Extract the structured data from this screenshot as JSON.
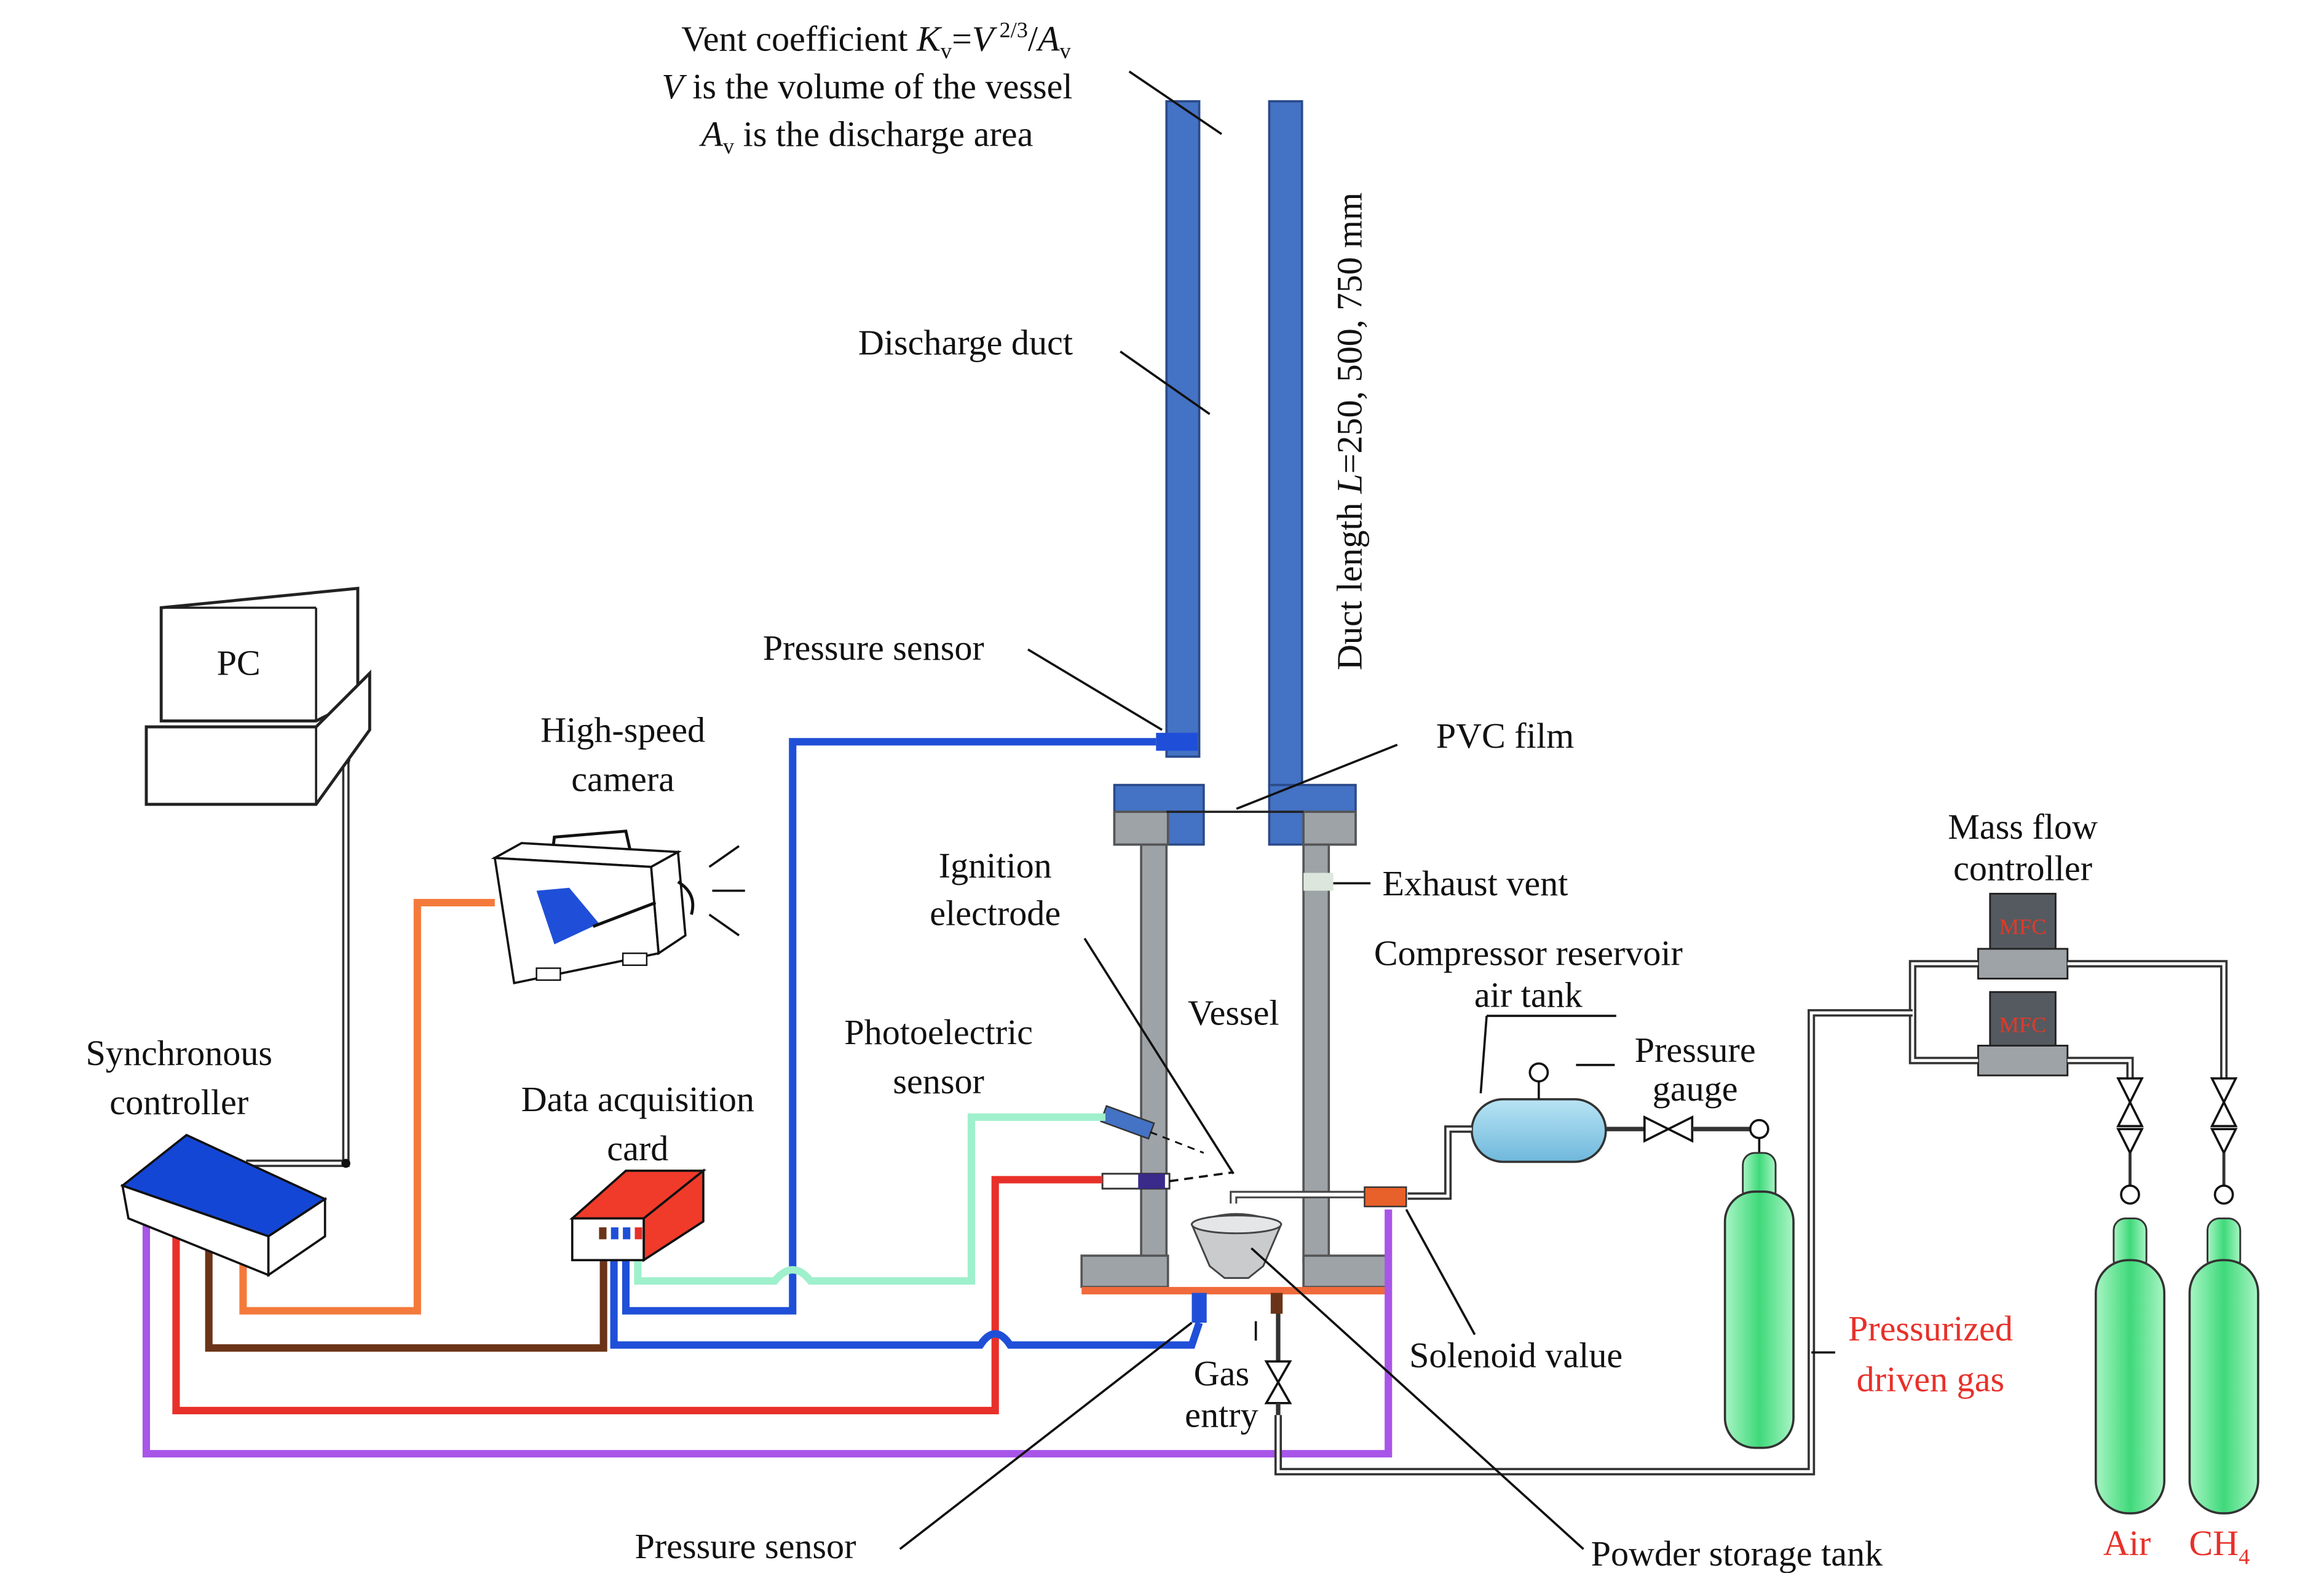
{
  "labels": {
    "vent_line1_a": "Vent coefficient ",
    "vent_line1_K": "K",
    "vent_line1_Ksub": "v",
    "vent_line1_eq": "=",
    "vent_line1_V": "V",
    "vent_line1_exp": " 2/3",
    "vent_line1_slash": "/",
    "vent_line1_A": "A",
    "vent_line1_Asub": "v",
    "vent_line2_V": "V",
    "vent_line2_rest": " is the volume of the vessel",
    "vent_line3_A": "A",
    "vent_line3_sub": "v",
    "vent_line3_rest": " is the discharge area",
    "discharge_duct": "Discharge duct",
    "duct_length_a": "Duct length ",
    "duct_length_L": "L",
    "duct_length_b": "=250, 500, 750 mm",
    "pressure_sensor_top": "Pressure sensor",
    "pvc_film": "PVC film",
    "pc": "PC",
    "high_speed_camera_1": "High-speed",
    "high_speed_camera_2": "camera",
    "ignition_electrode_1": "Ignition",
    "ignition_electrode_2": "electrode",
    "exhaust_vent": "Exhaust vent",
    "mass_flow_controller_1": "Mass flow",
    "mass_flow_controller_2": "controller",
    "mfc_top": "MFC",
    "mfc_bottom": "MFC",
    "compressor_1": "Compressor reservoir",
    "compressor_2": "air tank",
    "vessel": "Vessel",
    "pressure_gauge_1": "Pressure",
    "pressure_gauge_2": "gauge",
    "photoelectric_1": "Photoelectric",
    "photoelectric_2": "sensor",
    "synchronous_1": "Synchronous",
    "synchronous_2": "controller",
    "daq_1": "Data acquisition",
    "daq_2": "card",
    "solenoid": "Solenoid value",
    "gas_entry_1": "Gas",
    "gas_entry_2": "entry",
    "pressurized_1": "Pressurized",
    "pressurized_2": "driven gas",
    "pressure_sensor_bottom": "Pressure sensor",
    "powder_tank": "Powder storage tank",
    "air": "Air",
    "ch4": "CH",
    "ch4_sub": "4"
  },
  "colors": {
    "duct_blue": "#4472c4",
    "vessel_gray": "#9ea3a8",
    "signal_blue": "#1f4fd8",
    "signal_red": "#e8302a",
    "signal_purple": "#a855e8",
    "signal_brown": "#6b3418",
    "signal_orange": "#f47a3c",
    "signal_mint": "#9ff0cc",
    "controller_blue": "#1446d6",
    "daq_red": "#f03a2a",
    "cylinder_green": "#5ee08a",
    "air_tank_blue": "#8fcfe8",
    "mfc_dark": "#555a60",
    "mfc_text": "#e03a2a",
    "highlight_red": "#e8302a"
  }
}
